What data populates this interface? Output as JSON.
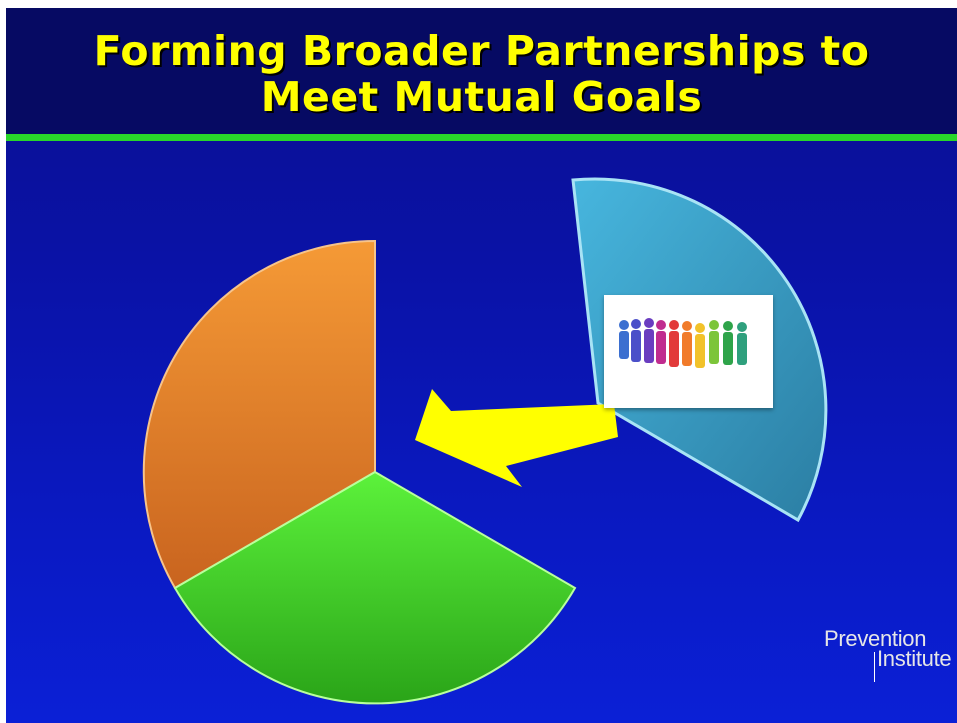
{
  "slide": {
    "title_line1": "Forming Broader Partnerships to",
    "title_line2": "Meet Mutual Goals"
  },
  "logo": {
    "word1": "Prevention",
    "word2": "Institute"
  },
  "graphic": {
    "segments": [
      "orange",
      "green",
      "blue-exploded"
    ],
    "colors": {
      "orange": "#e9852a",
      "green": "#3fdf2a",
      "blue": "#3ea8d0",
      "arrow": "#ffff00",
      "title_text": "#ffff00",
      "rule": "#29d62a"
    },
    "image_icon": "people-group-icon"
  }
}
